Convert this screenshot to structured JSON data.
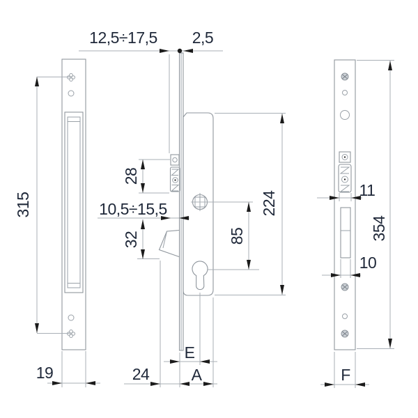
{
  "diagram": {
    "type": "technical-drawing",
    "subject": "sliding-door hook mortise lock – three orthographic views with dimensions",
    "colors": {
      "outline": "#8f969d",
      "dimension_line": "#a9afb6",
      "arrow": "#1b1b1b",
      "text": "#20293a"
    },
    "left_view": {
      "name": "strike-plate-side",
      "dims": {
        "height": "315",
        "width": "19"
      }
    },
    "middle_view": {
      "name": "lock-profile-side",
      "dims": {
        "adjust_top": "12,5÷17,5",
        "faceplate_thickness": "2,5",
        "latch_block_height": "28",
        "adjust_mid": "10,5÷15,5",
        "hook_height": "32",
        "cylinder_distance": "85",
        "case_height": "224",
        "backset_label": "E",
        "hook_throw": "24",
        "case_depth_label": "A"
      }
    },
    "right_view": {
      "name": "faceplate-front",
      "dims": {
        "latch_width": "11",
        "total_height": "354",
        "slot_width": "10",
        "width_label": "F"
      }
    }
  }
}
